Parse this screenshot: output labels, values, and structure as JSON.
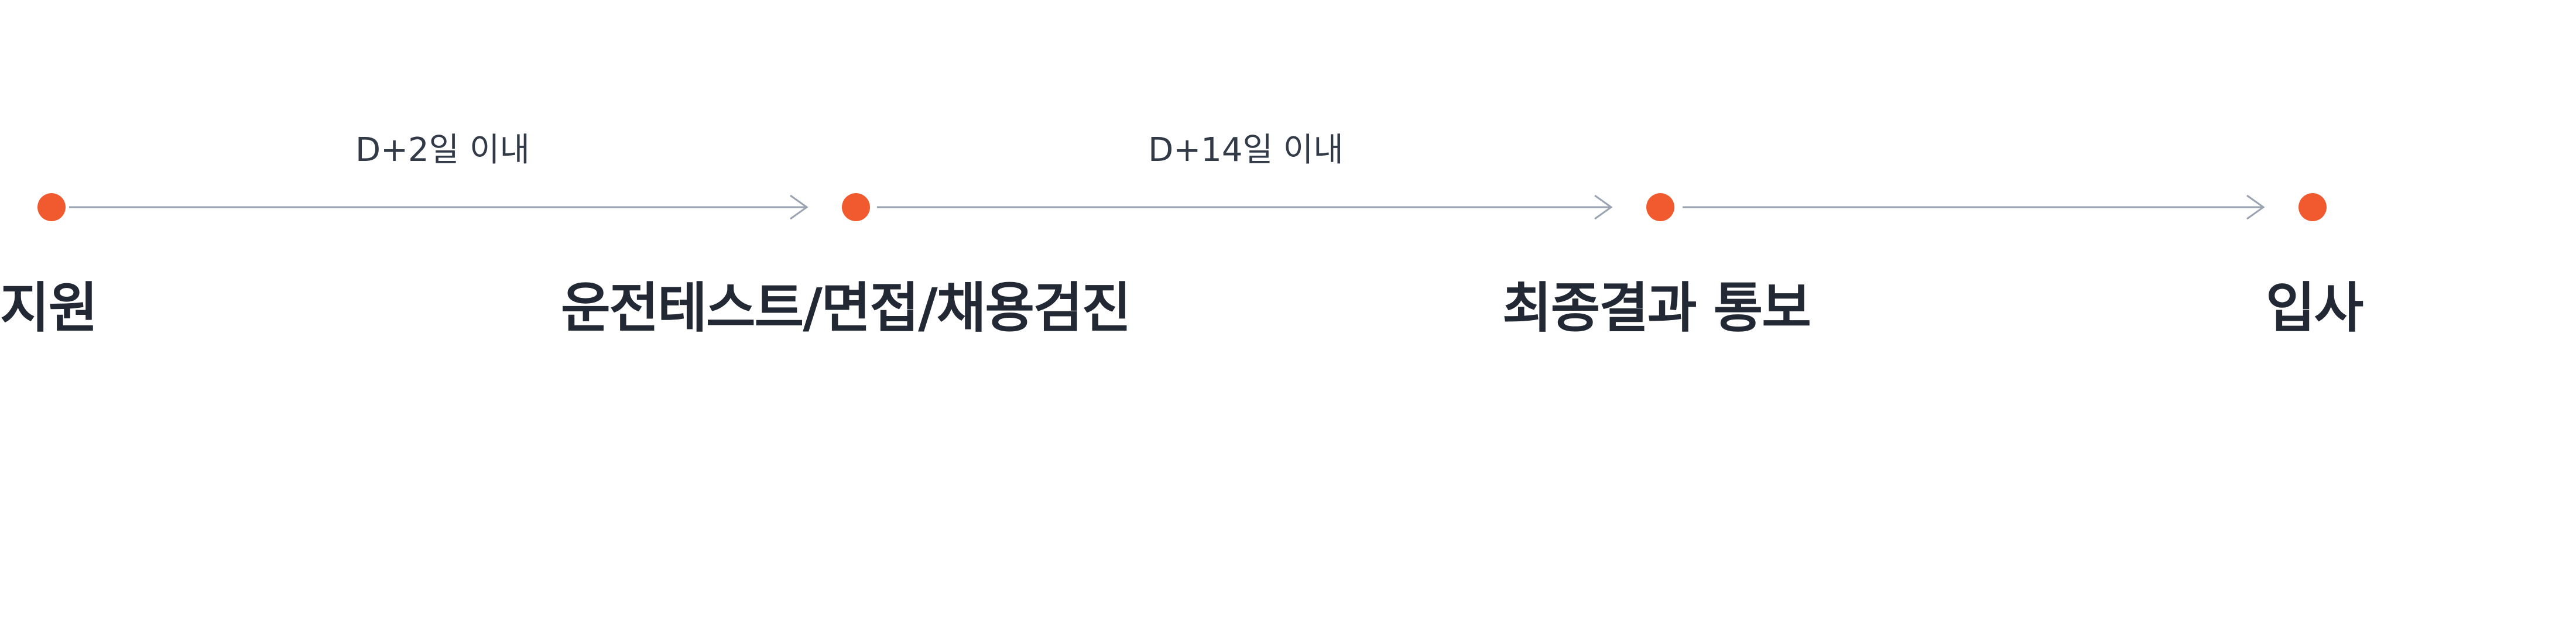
{
  "steps": [
    {
      "label": "지원"
    },
    {
      "label": "운전테스트/면접/채용검진"
    },
    {
      "label": "최종결과 통보"
    },
    {
      "label": "입사"
    }
  ],
  "connectors": [
    {
      "label": "D+2일 이내"
    },
    {
      "label": "D+14일 이내"
    },
    {
      "label": ""
    }
  ],
  "colors": {
    "dot": "#f15a2f",
    "line": "#9aa3b1",
    "step_text": "#222834",
    "connector_text": "#333a47",
    "background": "#ffffff"
  },
  "icons": {
    "step_marker": "filled-circle",
    "connector_end": "arrow-head"
  }
}
